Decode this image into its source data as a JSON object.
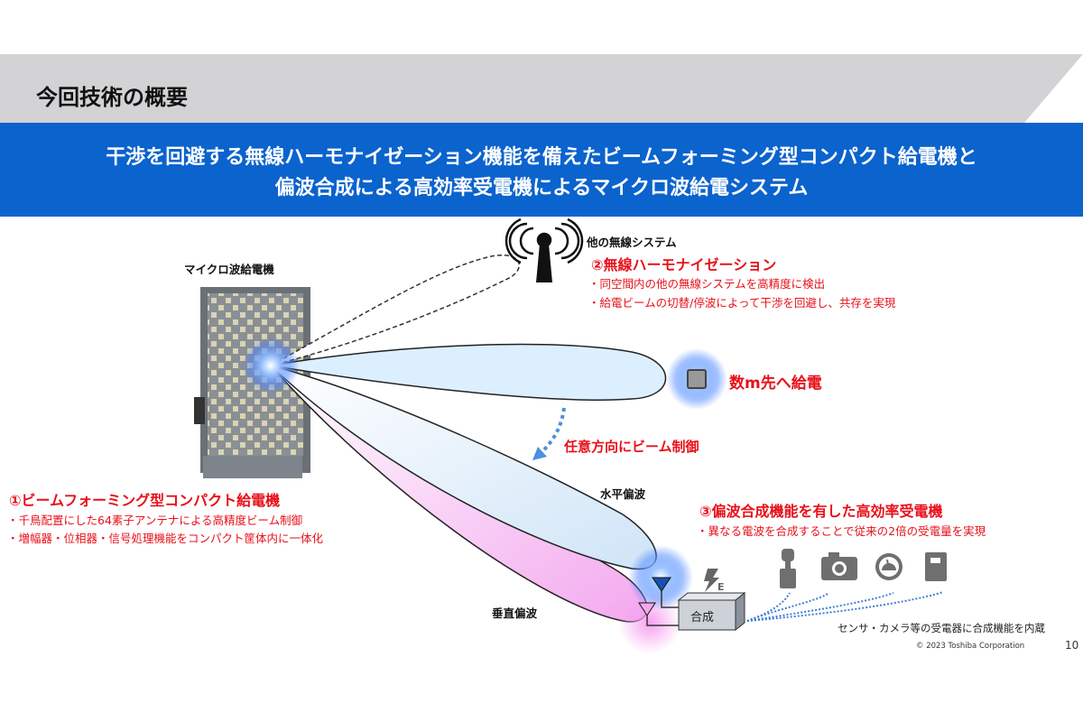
{
  "header": {
    "title": "今回技術の概要",
    "subtitle_line1": "干渉を回避する無線ハーモナイゼーション機能を備えたビームフォーミング型コンパクト給電機と",
    "subtitle_line2": "偏波合成による高効率受電機によるマイクロ波給電システム"
  },
  "diagram": {
    "transmitter_label": "マイクロ波給電機",
    "other_system_label": "他の無線システム",
    "feature2": {
      "title": "②無線ハーモナイゼーション",
      "bullets": [
        "・同空間内の他の無線システムを高精度に検出",
        "・給電ビームの切替/停波によって干渉を回避し、共存を実現"
      ]
    },
    "feed_distance_label": "数m先へ給電",
    "beam_control_label": "任意方向にビーム制御",
    "horizontal_polarization_label": "水平偏波",
    "vertical_polarization_label": "垂直偏波",
    "combiner_label": "合成",
    "energy_icon_letter": "E",
    "feature1": {
      "title": "①ビームフォーミング型コンパクト給電機",
      "bullets": [
        "・千鳥配置にした64素子アンテナによる高精度ビーム制御",
        "・増幅器・位相器・信号処理機能をコンパクト筐体内に一体化"
      ]
    },
    "feature3": {
      "title": "③偏波合成機能を有した高効率受電機",
      "bullets": [
        "・異なる電波を合成することで従来の2倍の受電量を実現"
      ]
    },
    "devices_note": "センサ・カメラ等の受電器に合成機能を内蔵"
  },
  "footer": {
    "copyright": "© 2023 Toshiba Corporation",
    "page_number": "10"
  },
  "colors": {
    "blue_band": "#0b63cd",
    "gray_band": "#d3d3d6",
    "accent_red": "#e8101a",
    "beam_blue": "#dcefff",
    "beam_pink": "#f5b8f0"
  }
}
